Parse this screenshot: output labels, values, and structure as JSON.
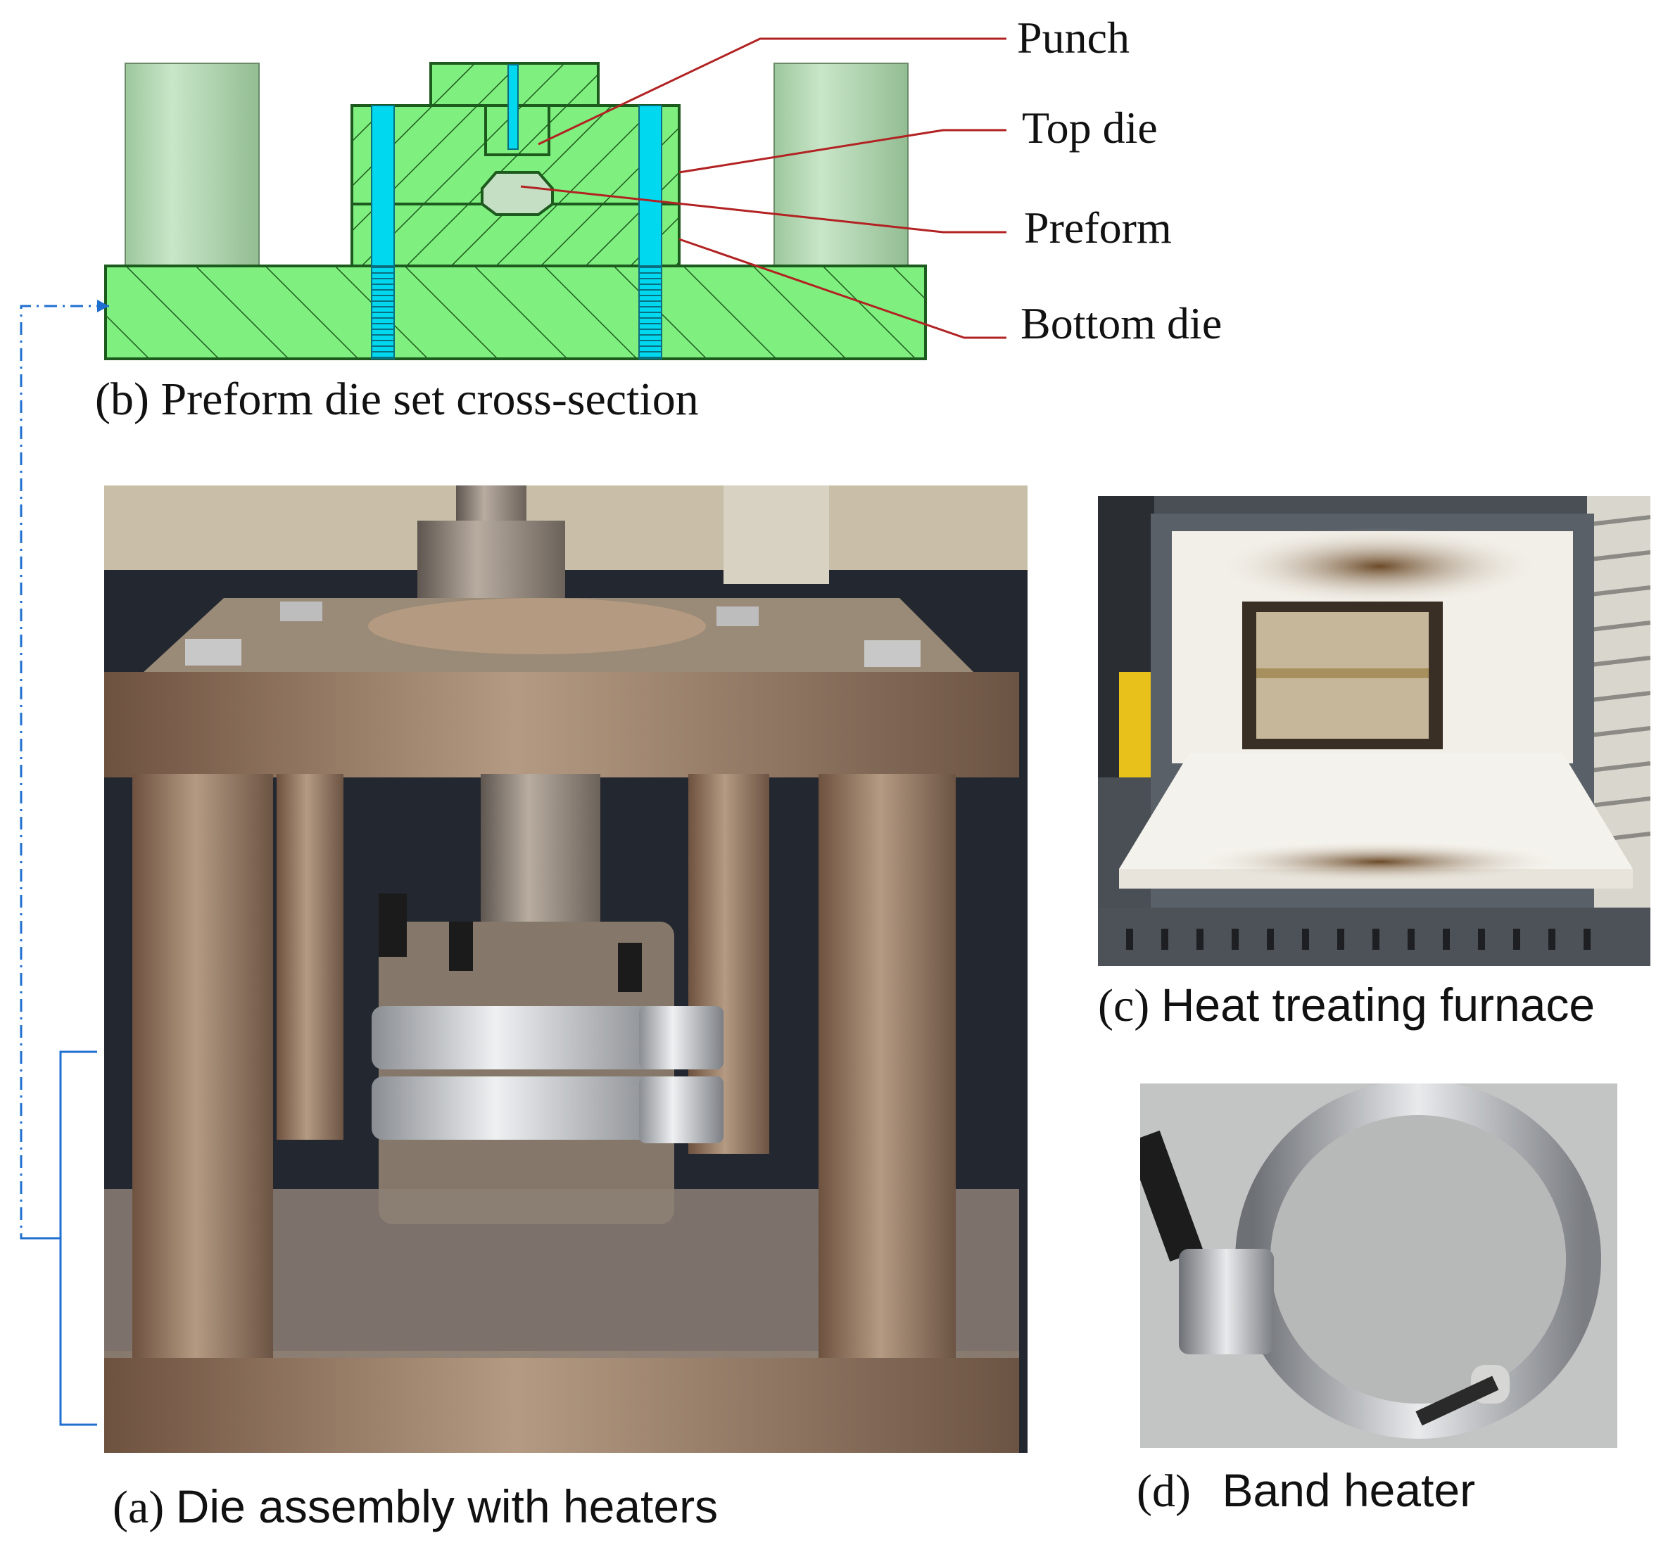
{
  "cross_section": {
    "labels": {
      "punch": "Punch",
      "top_die": "Top die",
      "preform": "Preform",
      "bottom_die": "Bottom die"
    },
    "caption_prefix": "(b)",
    "caption": "Preform die set cross-section"
  },
  "photo_a": {
    "caption_prefix": "(a)",
    "caption": "Die assembly with heaters"
  },
  "photo_c": {
    "caption_prefix": "(c)",
    "caption": "Heat treating furnace"
  },
  "photo_d": {
    "caption_prefix": "(d)",
    "caption": "Band heater"
  },
  "colors": {
    "die_green": "#7FEF7F",
    "pillar_green": "#A8D5A8",
    "bolt_cyan": "#00D8F0",
    "leader_red": "#B22222",
    "bracket_blue": "#1F6FD0"
  }
}
